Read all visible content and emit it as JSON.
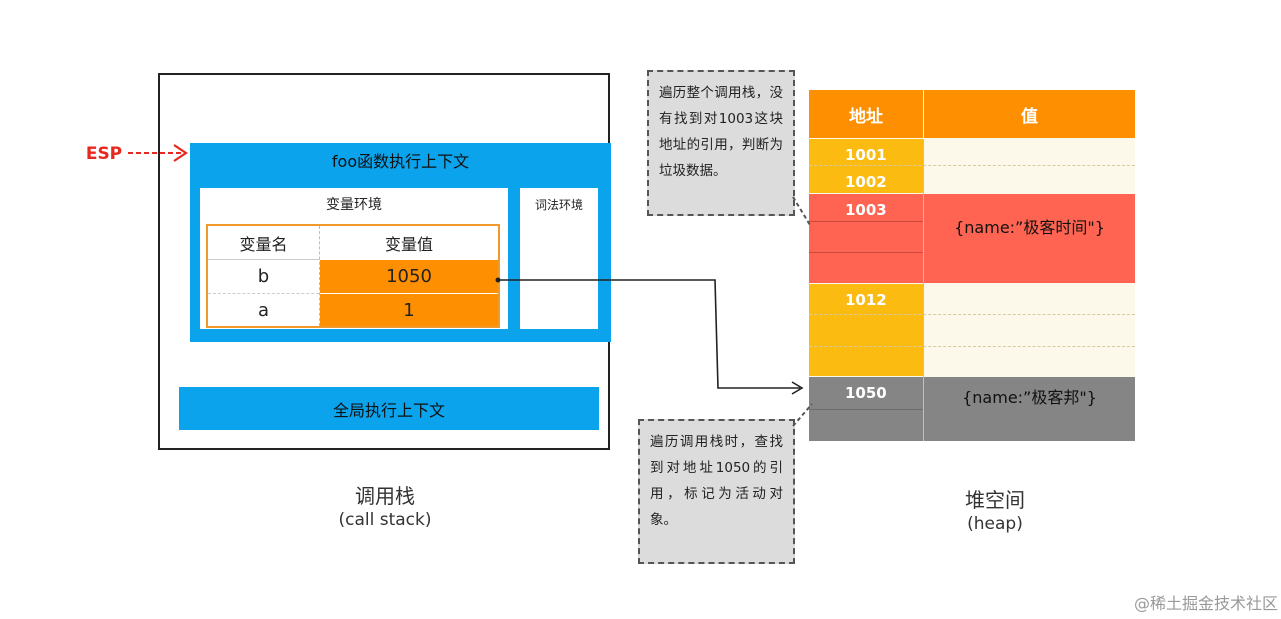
{
  "esp_label": "ESP",
  "call_stack": {
    "foo_context_title": "foo函数执行上下文",
    "variable_env_title": "变量环境",
    "lexical_env_title": "词法环境",
    "table_headers": [
      "变量名",
      "变量值"
    ],
    "rows": [
      {
        "name": "b",
        "value": "1050"
      },
      {
        "name": "a",
        "value": "1"
      }
    ],
    "global_context_title": "全局执行上下文",
    "label": "调用栈",
    "sublabel": "(call stack)"
  },
  "heap": {
    "headers": [
      "地址",
      "值"
    ],
    "addresses": [
      "1001",
      "1002",
      "1003",
      "1012",
      "1050"
    ],
    "value_1003": "{name:”极客时间\"}",
    "value_1050": "{name:”极客邦\"}",
    "label": "堆空间",
    "sublabel": "(heap)"
  },
  "notes": {
    "top": "遍历整个调用栈，没有找到对1003这块地址的引用，判断为垃圾数据。",
    "bottom": "遍历调用栈时，查找到对地址1050的引用，标记为活动对象。"
  },
  "watermark": "@稀土掘金技术社区",
  "colors": {
    "blue": "#0aa3ec",
    "orange": "#fd8f00",
    "yellow": "#fbbb10",
    "cream": "#fcf8ea",
    "red": "#fe6451",
    "gray": "#858585",
    "esp_red": "#e8281f"
  }
}
